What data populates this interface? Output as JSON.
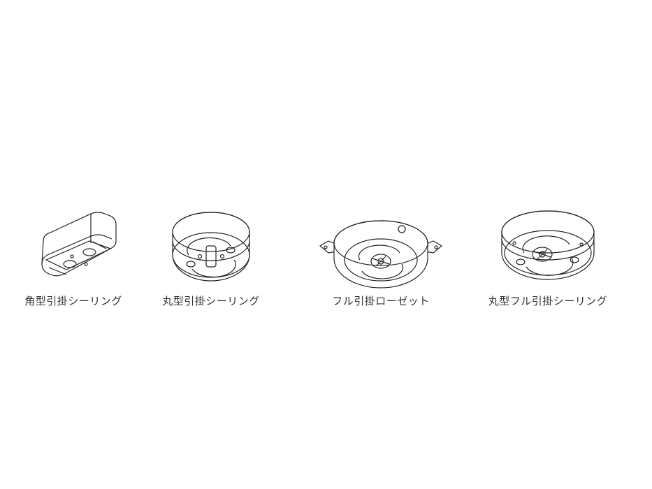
{
  "items": [
    {
      "label": "角型引掛シーリング",
      "icon": "square-ceiling-hook-icon"
    },
    {
      "label": "丸型引掛シーリング",
      "icon": "round-ceiling-hook-icon"
    },
    {
      "label": "フル引掛ローゼット",
      "icon": "full-hook-rosette-icon"
    },
    {
      "label": "丸型フル引掛シーリング",
      "icon": "round-full-ceiling-hook-icon"
    }
  ]
}
